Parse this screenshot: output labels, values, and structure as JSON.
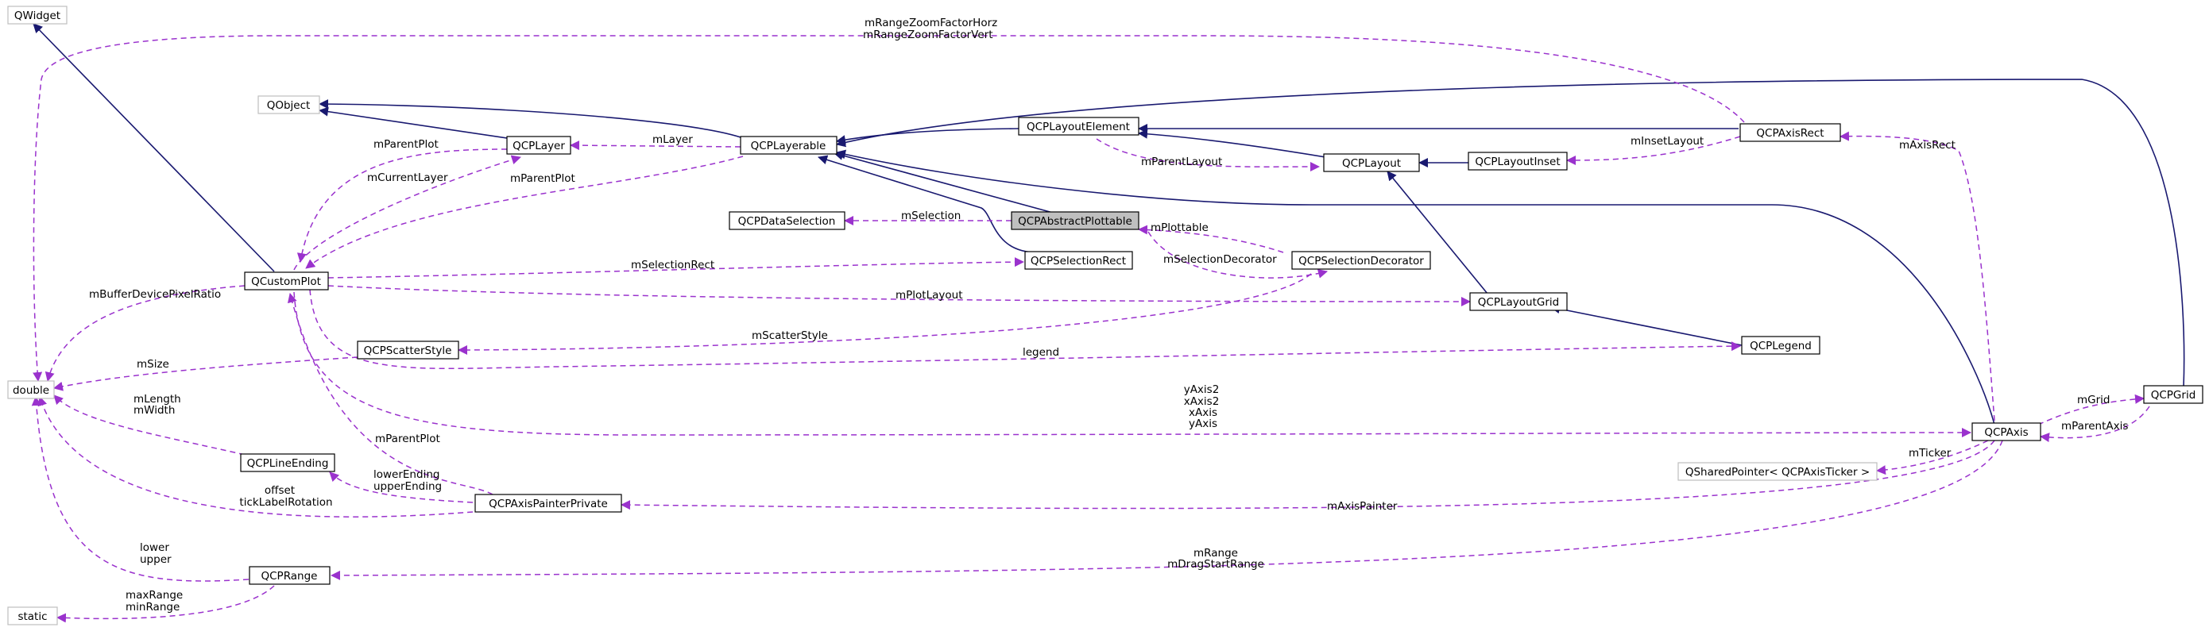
{
  "diagram": {
    "title": "",
    "colors": {
      "inherit_edge": "#191970",
      "usage_edge": "#9a32cd",
      "node_border": "#000000",
      "external_border": "#bfbfbf",
      "focus_fill": "#bfbfbf",
      "node_fill": "#ffffff"
    },
    "nodes": {
      "qwidget": "QWidget",
      "qobject": "QObject",
      "qcplayer": "QCPLayer",
      "qcplayerable": "QCPLayerable",
      "qcplayoutelement": "QCPLayoutElement",
      "qcpaxisrect": "QCPAxisRect",
      "qcplayout": "QCPLayout",
      "qcplayoutinset": "QCPLayoutInset",
      "qcpdataselection": "QCPDataSelection",
      "qcpabstractplottable": "QCPAbstractPlottable",
      "qcpselectionrect": "QCPSelectionRect",
      "qcpselectiondecorator": "QCPSelectionDecorator",
      "qcustomplot": "QCustomPlot",
      "qcplayoutgrid": "QCPLayoutGrid",
      "qcpscatterstyle": "QCPScatterStyle",
      "qcplegend": "QCPLegend",
      "double": "double",
      "qcplineending": "QCPLineEnding",
      "qcpaxispainterprivate": "QCPAxisPainterPrivate",
      "qcpaxis": "QCPAxis",
      "qcpgrid": "QCPGrid",
      "qsharedpointer": "QSharedPointer< QCPAxisTicker >",
      "qcprange": "QCPRange",
      "static": "static"
    },
    "edge_labels": {
      "mrangezoomfactorhorz": "mRangeZoomFactorHorz",
      "mrangezoomfactorvert": "mRangeZoomFactorVert",
      "mparentplot_layer": "mParentPlot",
      "mlayer": "mLayer",
      "mcurrentlayer": "mCurrentLayer",
      "mparentplot_layerable": "mParentPlot",
      "mparentlayout": "mParentLayout",
      "minsetlayout": "mInsetLayout",
      "maxisrect": "mAxisRect",
      "mselection": "mSelection",
      "mplottable": "mPlottable",
      "mselectiondecorator": "mSelectionDecorator",
      "mselectionrect": "mSelectionRect",
      "mbufferdevicepixelratio": "mBufferDevicePixelRatio",
      "mplotlayout": "mPlotLayout",
      "mscatterstyle": "mScatterStyle",
      "msize": "mSize",
      "legend": "legend",
      "yaxis2": "yAxis2",
      "xaxis2": "xAxis2",
      "xaxis": "xAxis",
      "yaxis": "yAxis",
      "mgrid": "mGrid",
      "mparentaxis": "mParentAxis",
      "mlength": "mLength",
      "mwidth": "mWidth",
      "mticker": "mTicker",
      "mparentplot_painter": "mParentPlot",
      "lowerending": "lowerEnding",
      "upperending": "upperEnding",
      "offset": "offset",
      "ticklabelrotation": "tickLabelRotation",
      "maxispainter": "mAxisPainter",
      "lower": "lower",
      "upper": "upper",
      "mrange": "mRange",
      "mdragstartrange": "mDragStartRange",
      "maxrange": "maxRange",
      "minrange": "minRange"
    }
  }
}
